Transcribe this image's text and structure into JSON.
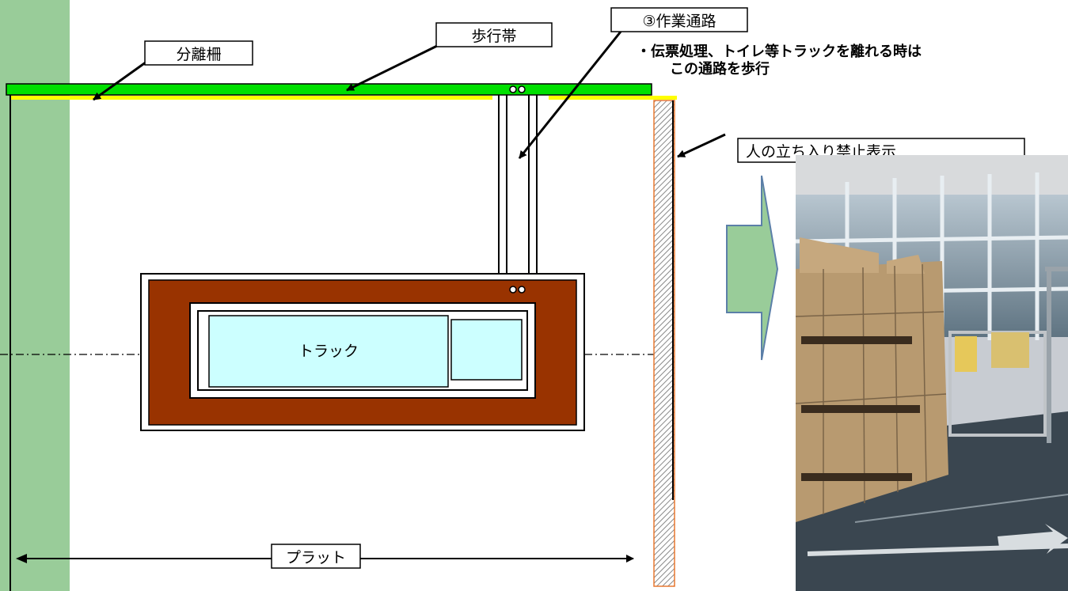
{
  "labels": {
    "separation_fence": "分離柵",
    "walkway": "歩行帯",
    "work_passage": "③作業通路",
    "no_entry_sign": "人の立ち入り禁止表示",
    "platform": "プラット",
    "truck": "トラック"
  },
  "note": {
    "line1": "・伝票処理、トイレ等トラックを離れる時は",
    "line2": "この通路を歩行"
  },
  "colors": {
    "walkway_green": "#00e000",
    "fence_yellow": "#ffff00",
    "side_strip": "#99cc99",
    "truck_bed": "#993300",
    "truck_cab": "#ccffff",
    "no_entry_stripe": "#e87830",
    "arrow_fill": "#99cc99"
  },
  "icons": [
    "double-circle-marker",
    "right-arrow",
    "photo-warehouse-boxes"
  ]
}
